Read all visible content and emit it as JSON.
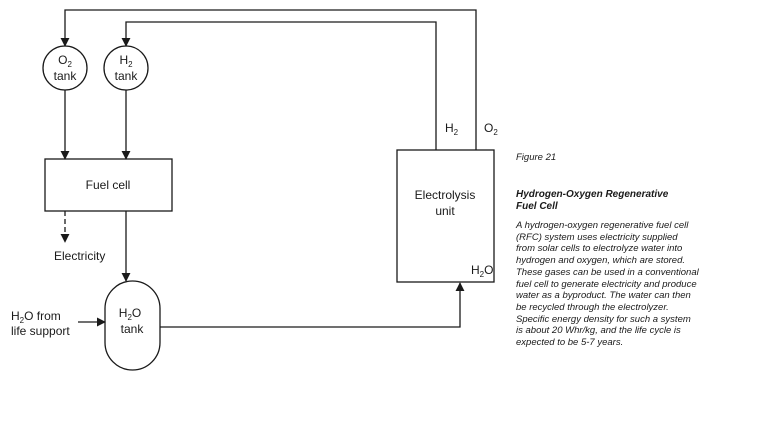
{
  "nodes": {
    "o2_tank": {
      "main": "O",
      "sub": "2",
      "line2": "tank"
    },
    "h2_tank": {
      "main": "H",
      "sub": "2",
      "line2": "tank"
    },
    "fuel_cell": {
      "label": "Fuel cell"
    },
    "electrolysis": {
      "line1": "Electrolysis",
      "line2": "unit"
    },
    "h2o_tank": {
      "main": "H",
      "sub": "2",
      "tail": "O",
      "line2": "tank"
    }
  },
  "labels": {
    "electricity": "Electricity",
    "h2_line": {
      "main": "H",
      "sub": "2"
    },
    "o2_line": {
      "main": "O",
      "sub": "2"
    },
    "h2o_in": {
      "main": "H",
      "sub": "2",
      "tail": "O"
    },
    "h2o_from": {
      "main": "H",
      "sub": "2",
      "tail": "O from",
      "line2": "life support"
    }
  },
  "caption": {
    "figure": "Figure 21",
    "title_lines": [
      "Hydrogen-Oxygen Regenerative",
      "Fuel Cell"
    ],
    "body_lines": [
      "A hydrogen-oxygen regenerative fuel cell",
      "(RFC) system uses electricity supplied",
      "from solar cells to electrolyze water into",
      "hydrogen and oxygen, which are stored.",
      "These gases can be used in a conventional",
      "fuel cell to generate electricity and produce",
      "water as a byproduct.  The water can then",
      "be recycled through the electrolyzer.",
      "Specific energy density for such a system",
      "is about 20 Whr/kg, and the life cycle is",
      "expected to be 5-7 years."
    ]
  }
}
